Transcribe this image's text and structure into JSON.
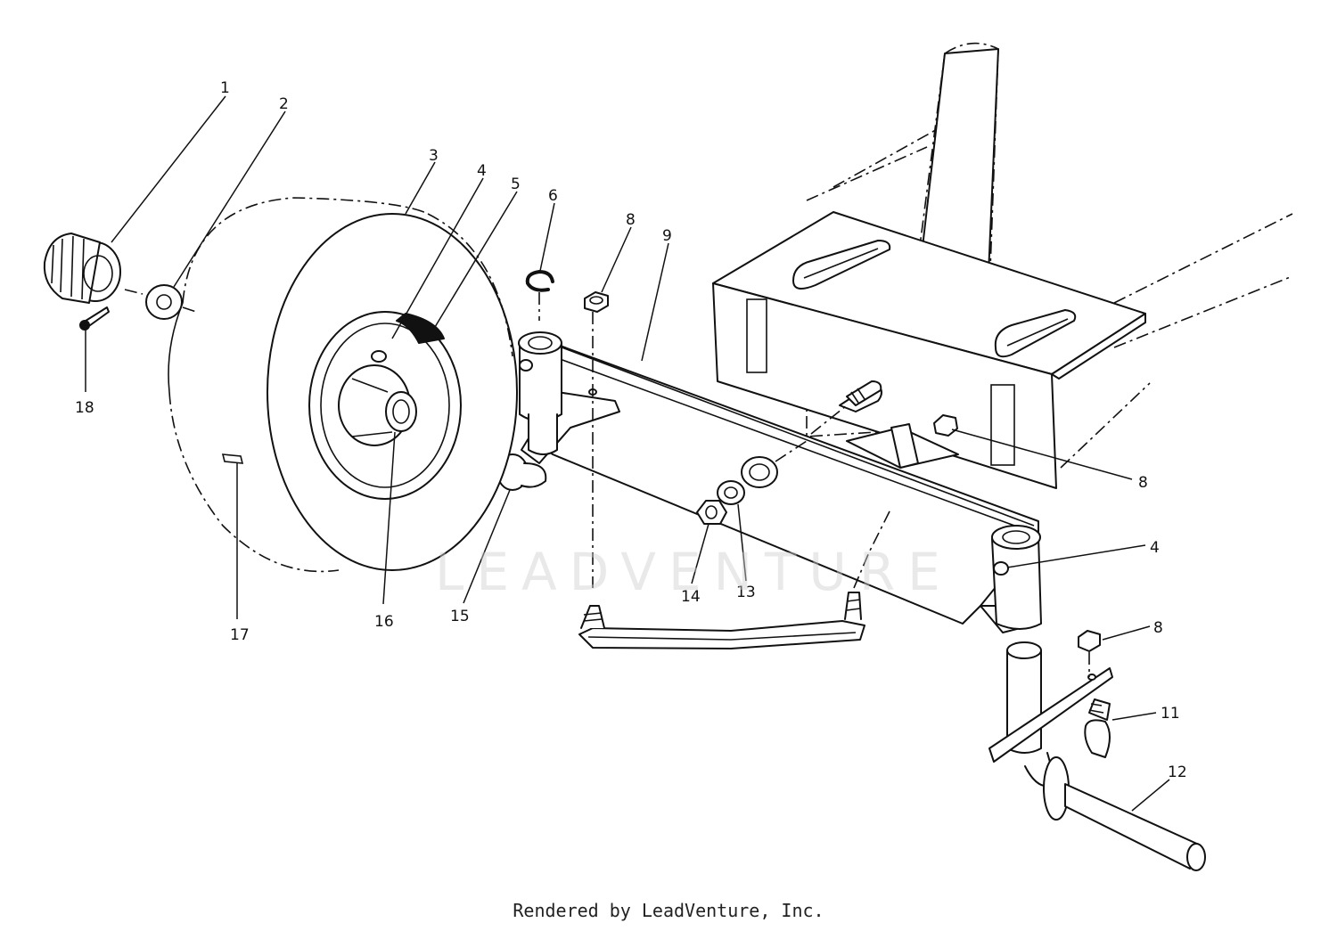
{
  "callouts": [
    "1",
    "2",
    "3",
    "4",
    "5",
    "6",
    "8",
    "9",
    "18",
    "17",
    "16",
    "15",
    "14",
    "13",
    "8",
    "4",
    "8",
    "11",
    "12"
  ],
  "watermark": "LEADVENTURE",
  "footer": "Rendered by LeadVenture, Inc."
}
